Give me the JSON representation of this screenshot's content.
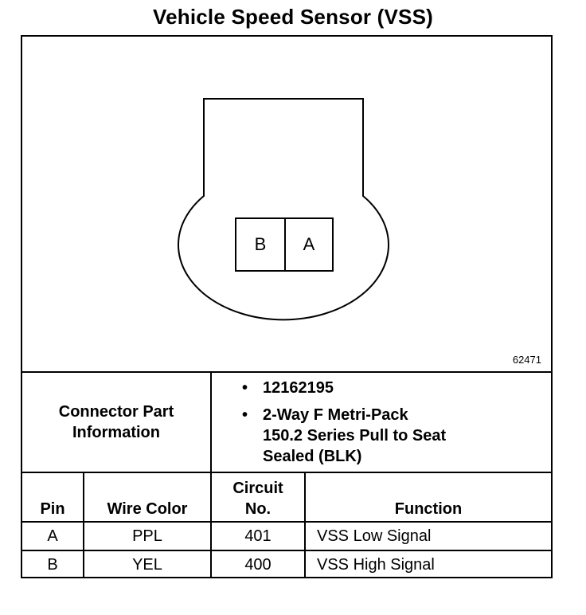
{
  "title": "Vehicle Speed Sensor (VSS)",
  "diagram": {
    "pins": [
      "B",
      "A"
    ],
    "figure_number": "62471"
  },
  "connector": {
    "label_line1": "Connector Part",
    "label_line2": "Information",
    "part_number": "12162195",
    "description_lines": [
      "2-Way F Metri-Pack",
      "150.2 Series Pull to Seat",
      "Sealed (BLK)"
    ]
  },
  "table": {
    "headers": {
      "pin": "Pin",
      "wire_color": "Wire Color",
      "circuit_line1": "Circuit",
      "circuit_line2": "No.",
      "function": "Function"
    },
    "rows": [
      {
        "pin": "A",
        "wire_color": "PPL",
        "circuit": "401",
        "function": "VSS Low Signal"
      },
      {
        "pin": "B",
        "wire_color": "YEL",
        "circuit": "400",
        "function": "VSS High Signal"
      }
    ]
  }
}
